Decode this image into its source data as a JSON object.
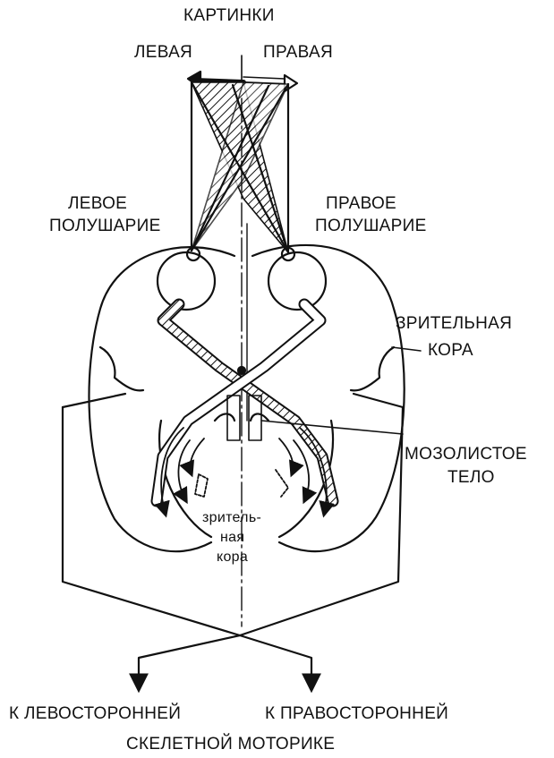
{
  "labels": {
    "pictures": "КАРТИНКИ",
    "left": "ЛЕВАЯ",
    "right": "ПРАВАЯ",
    "left_hemisphere_1": "ЛЕВОЕ",
    "left_hemisphere_2": "ПОЛУШАРИЕ",
    "right_hemisphere_1": "ПРАВОЕ",
    "right_hemisphere_2": "ПОЛУШАРИЕ",
    "visual_cortex_1": "ЗРИТЕЛЬНАЯ",
    "visual_cortex_2": "КОРА",
    "corpus_callosum_1": "МОЗОЛИСТОЕ",
    "corpus_callosum_2": "ТЕЛО",
    "inner_cortex_1": "зритель-",
    "inner_cortex_2": "ная",
    "inner_cortex_3": "кора",
    "to_left": "К ЛЕВОСТОРОННЕЙ",
    "to_right": "К ПРАВОСТОРОННЕЙ",
    "skeletal_motor": "СКЕЛЕТНОЙ МОТОРИКЕ"
  }
}
